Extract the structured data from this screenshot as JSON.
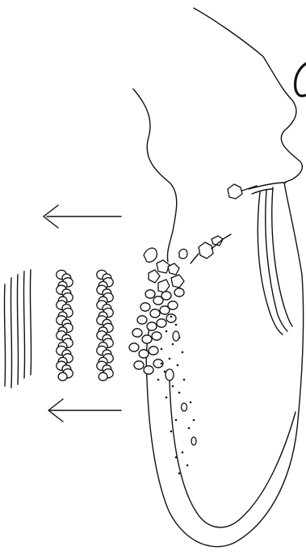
{
  "diagram": {
    "colors": {
      "ink": "#111111",
      "paper": "#ffffff"
    },
    "elements": [
      "tissue-outline",
      "tissue-upper-fold",
      "fragment-cluster",
      "particle-dots",
      "bead-chain-upper",
      "bead-chain-lower",
      "flow-arrow-upper",
      "flow-arrow-lower",
      "parallel-fibers"
    ]
  }
}
